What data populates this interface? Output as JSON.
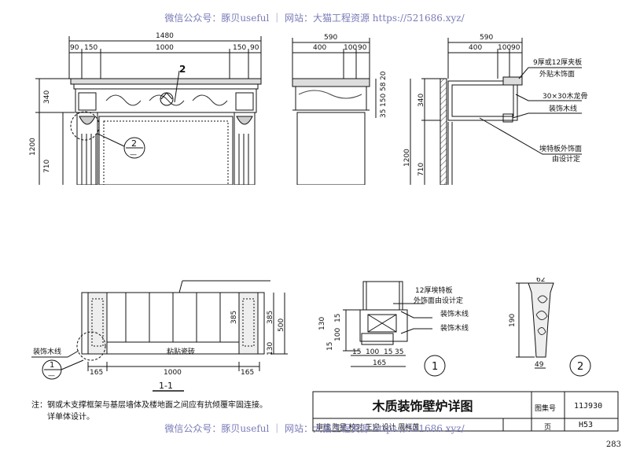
{
  "watermark": "微信公众号：豚贝useful ｜ 网站：大猫工程资源 https://521686.xyz/",
  "front_view": {
    "dims_top": [
      "1480",
      "90",
      "150",
      "1000",
      "150",
      "90"
    ],
    "dims_left": [
      "340",
      "1200",
      "710"
    ],
    "detail_tag": "2",
    "callout": "2",
    "callout_sub": "—"
  },
  "side_view": {
    "dims_top": [
      "590",
      "400",
      "100",
      "90"
    ],
    "dims_right": [
      "35",
      "150",
      "58",
      "20"
    ]
  },
  "section_view": {
    "dims_top": [
      "590",
      "400",
      "100",
      "90"
    ],
    "dims_left": [
      "340",
      "1200",
      "710"
    ],
    "labels": [
      "9厚或12厚夹板",
      "外贴木饰面",
      "30×30木龙骨",
      "装饰木线",
      "埃特板外饰面",
      "由设计定"
    ]
  },
  "plan_view": {
    "label_trim": "装饰木线",
    "label_tile": "粘贴瓷砖",
    "dims_bottom": [
      "165",
      "1000",
      "165"
    ],
    "dims_right": [
      "385",
      "385",
      "500",
      "130"
    ],
    "callout": "1",
    "callout_sub": "—",
    "caption": "1-1"
  },
  "detail1": {
    "labels": [
      "12厚埃特板",
      "外饰面由设计定",
      "装饰木线",
      "装饰木线"
    ],
    "dims_left": [
      "130",
      "15",
      "100",
      "15"
    ],
    "dims_bottom": [
      "15",
      "100",
      "15",
      "35",
      "165"
    ],
    "callout": "1"
  },
  "detail2": {
    "dims": [
      "62",
      "190",
      "49"
    ],
    "callout": "2"
  },
  "notes": {
    "line1": "注：钢或木支撑框架与基层墙体及楼地面之间应有抗倾覆牢固连接。",
    "line2": "详单体设计。"
  },
  "title_block": {
    "title": "木质装饰壁炉详图",
    "atlas_label": "图集号",
    "atlas_no": "11J930",
    "page_label": "页",
    "page_no": "H53",
    "sign_row": "审核  陶星 校对  王迎  设计  周祥茵"
  },
  "page_number": "283"
}
